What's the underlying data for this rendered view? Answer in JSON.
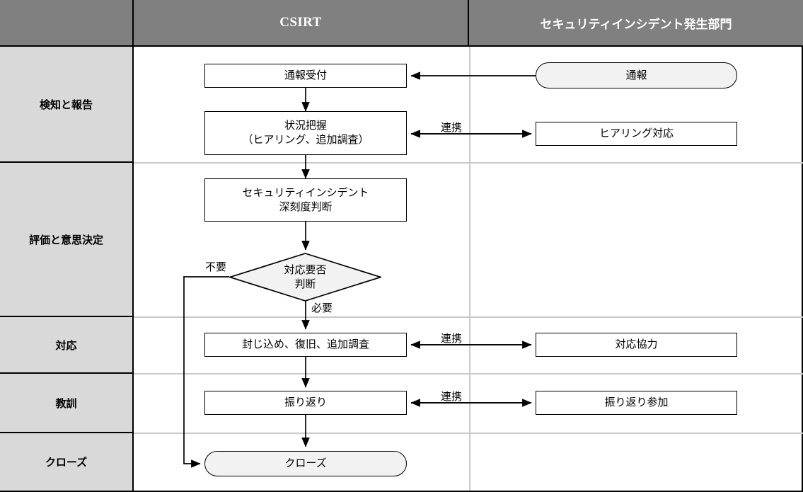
{
  "diagram": {
    "title_col_left": "",
    "header": {
      "corner": "",
      "csirt": "CSIRT",
      "department": "セキュリティインシデント発生部門"
    },
    "phases": [
      {
        "label": "検知と報告"
      },
      {
        "label": "評価と意思決定"
      },
      {
        "label": "対応"
      },
      {
        "label": "教訓"
      },
      {
        "label": "クローズ"
      }
    ],
    "nodes": {
      "report_received": "通報受付",
      "situation_grasp": "状況把握\n（ヒアリング、追加調査）",
      "severity_judgement": "セキュリティインシデント\n深刻度判断",
      "response_decision": "対応要否\n判断",
      "containment": "封じ込め、復旧、追加調査",
      "retrospective": "振り返り",
      "close": "クローズ",
      "report": "通報",
      "hearing_response": "ヒアリング対応",
      "response_support": "対応協力",
      "retrospective_join": "振り返り参加"
    },
    "edge_labels": {
      "cooperation_1": "連携",
      "cooperation_2": "連携",
      "cooperation_3": "連携",
      "not_needed": "不要",
      "needed": "必要"
    },
    "colors": {
      "header_fill": "#808080",
      "header_text": "#ffffff",
      "lane_label_fill": "#d9d9d9",
      "terminator_fill": "#f2f2f2",
      "decision_fill": "#f2f2f2",
      "process_fill": "#ffffff",
      "line": "#000000",
      "separator": "#c9c9c9"
    }
  }
}
